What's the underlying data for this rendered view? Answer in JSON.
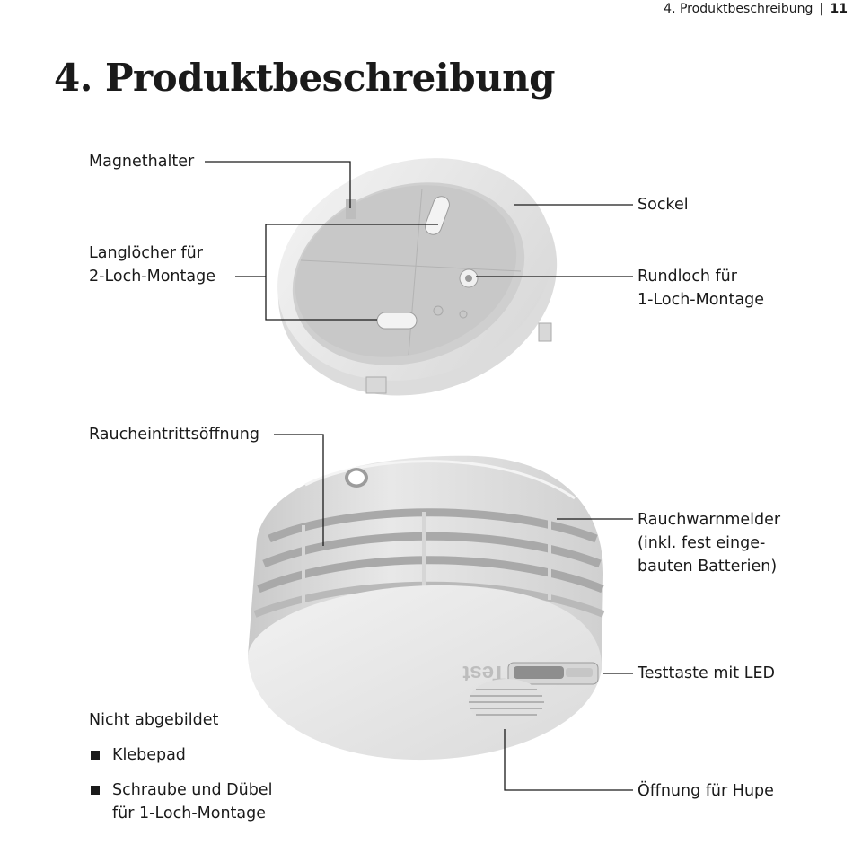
{
  "header": {
    "section": "4. Produktbeschreibung",
    "page_number": "11"
  },
  "title": "4. Produktbeschreibung",
  "labels": {
    "magnethalter": "Magnethalter",
    "langloecher_1": "Langlöcher für",
    "langloecher_2": "2-Loch-Montage",
    "sockel": "Sockel",
    "rundloch_1": "Rundloch für",
    "rundloch_2": "1-Loch-Montage",
    "raucheintritt": "Raucheintrittsöffnung",
    "rauchwarnmelder_1": "Rauchwarnmelder",
    "rauchwarnmelder_2": "(inkl. fest einge-",
    "rauchwarnmelder_3": "bauten Batterien)",
    "testtaste": "Testtaste mit LED",
    "hupe": "Öffnung für Hupe",
    "test_button_print": "Test"
  },
  "not_shown": {
    "heading": "Nicht abgebildet",
    "items": [
      {
        "line1": "Klebepad",
        "line2": ""
      },
      {
        "line1": "Schraube und Dübel",
        "line2": "für 1-Loch-Montage"
      }
    ]
  },
  "colors": {
    "text": "#1a1a1a",
    "device_body": "#e4e4e4",
    "device_shadow": "#bdbdbd",
    "leader_line": "#1a1a1a"
  }
}
